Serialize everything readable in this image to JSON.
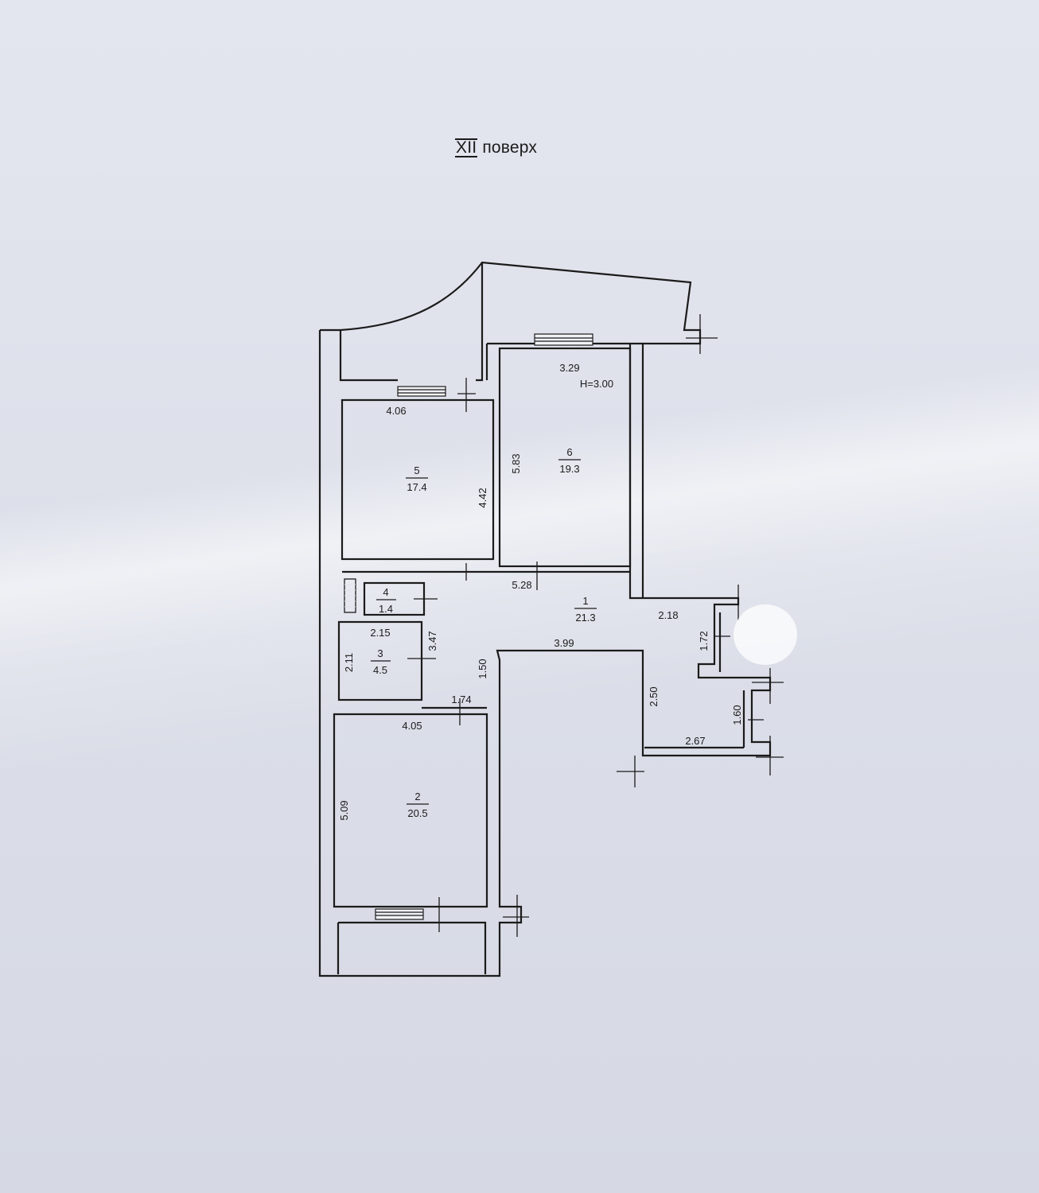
{
  "floor_label": {
    "roman": "XII",
    "word": "поверх"
  },
  "ceiling_height": "H=3.00",
  "rooms": [
    {
      "id": "1",
      "area": "21.3"
    },
    {
      "id": "2",
      "area": "20.5"
    },
    {
      "id": "3",
      "area": "4.5"
    },
    {
      "id": "4",
      "area": "1.4"
    },
    {
      "id": "5",
      "area": "17.4"
    },
    {
      "id": "6",
      "area": "19.3"
    }
  ],
  "dimensions": {
    "room5_width": "4.06",
    "room5_height": "4.42",
    "room6_width": "3.29",
    "room6_height": "5.83",
    "hall_length": "5.28",
    "hall_right": "2.18",
    "hall_lower": "3.99",
    "hall_depth": "1.50",
    "room3_width": "2.15",
    "room3_height": "2.11",
    "room3_right": "3.47",
    "door_gap": "1.74",
    "room2_width": "4.05",
    "room2_height": "5.09",
    "niche_height": "2.50",
    "niche_width": "2.67",
    "stub_upper": "1.72",
    "stub_lower": "1.60"
  }
}
